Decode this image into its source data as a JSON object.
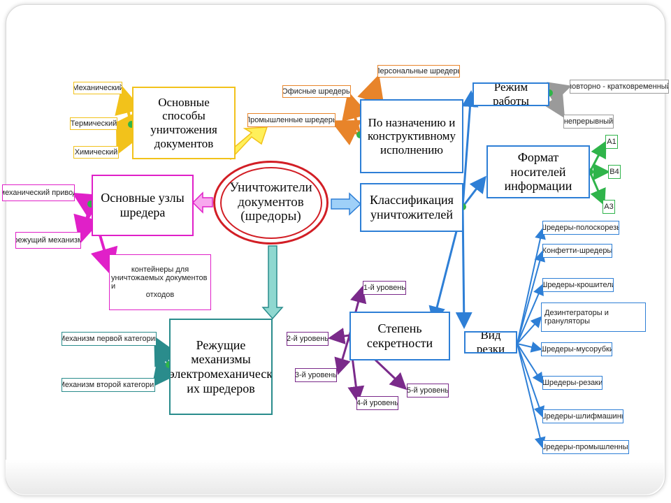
{
  "center": {
    "line1": "Уничтожители",
    "line2": "документов",
    "line3": "(шредоры)"
  },
  "nodes": {
    "methods": {
      "line1": "Основные способы",
      "line2": "уничтожения",
      "line3": "документов"
    },
    "methods_items": [
      "Механический",
      "Термический",
      "Химический"
    ],
    "units": {
      "line1": "Основные узлы",
      "line2": "шредера"
    },
    "units_items": [
      "механический привод",
      "режущий механизм"
    ],
    "units_container": {
      "line1": "контейнеры для",
      "line2": "уничтожаемых документов и",
      "line3": "отходов"
    },
    "cutting": {
      "line1": "Режущие",
      "line2": "механизмы",
      "line3": "электромеханическ",
      "line4": "их шредеров"
    },
    "cutting_items": [
      "Механизм первой категории",
      "Механизм второй категории"
    ],
    "purpose": {
      "line1": "По назначению и",
      "line2": "конструктивному",
      "line3": "исполнению"
    },
    "purpose_items": [
      "Персональные шредеры",
      "Офисные шредеры",
      "Промышленные шредеры"
    ],
    "classification": {
      "line1": "Классификация",
      "line2": "уничтожителей"
    },
    "secrecy": {
      "line1": "Степень",
      "line2": "секретности"
    },
    "secrecy_items": [
      "1-й уровень",
      "2-й уровень",
      "3-й уровень",
      "4-й уровень",
      "5-й уровень"
    ],
    "mode": {
      "label": "Режим работы"
    },
    "mode_items": [
      "повторно - кратковременный",
      "непрерывный"
    ],
    "format": {
      "line1": "Формат носителей",
      "line2": "информации"
    },
    "format_items": [
      "А1",
      "В4",
      "А3"
    ],
    "cut": {
      "label": "Вид резки"
    },
    "cut_items": [
      "Шредеры-полоскорезы",
      "Конфетти-шредеры",
      "Шредеры-крошители",
      "Дезинтеграторы и",
      "грануляторы",
      "Шредеры-мусорубки",
      "Шредеры-резаки",
      "Шредеры-шлифмашины",
      "Шредеры-промышленные"
    ]
  },
  "colors": {
    "red": "#d21e25",
    "yellow": "#f2c21b",
    "magenta": "#e020c8",
    "teal": "#2a8c8c",
    "orange": "#e8842a",
    "blue": "#2e7fd6",
    "purple": "#7a2a8a",
    "green": "#2fb44a",
    "gray": "#9a9a9a"
  }
}
